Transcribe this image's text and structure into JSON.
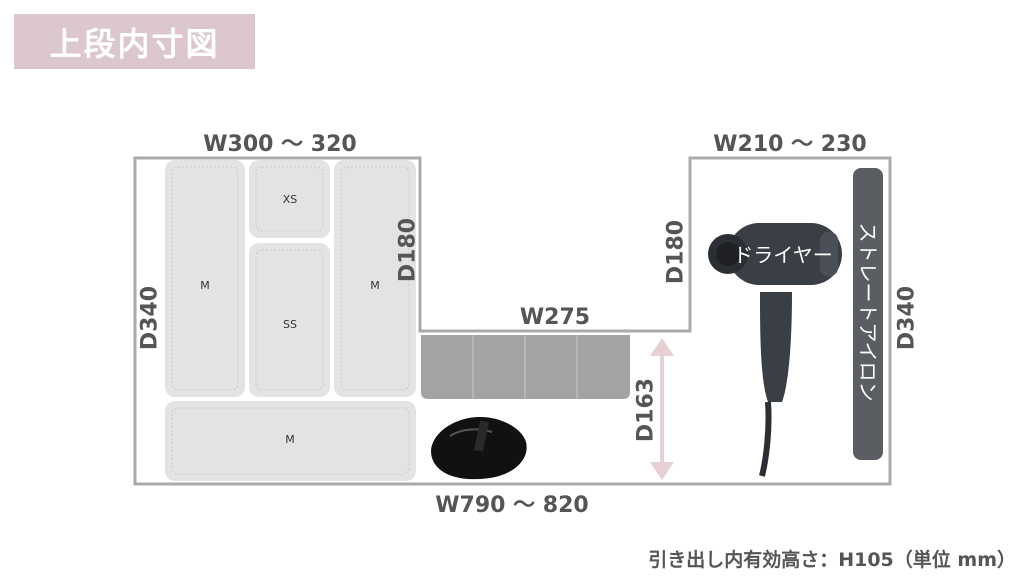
{
  "title": "上段内寸図",
  "dimensions": {
    "top_left_width": "W300 ～ 320",
    "top_right_width": "W210 ～ 230",
    "middle_width": "W275",
    "bottom_width": "W790 ～ 820",
    "left_depth": "D340",
    "right_depth": "D340",
    "left_step_depth": "D180",
    "right_step_depth": "D180",
    "gap_depth": "D163"
  },
  "trays": {
    "tray_1": "M",
    "tray_2": "XS",
    "tray_3": "SS",
    "tray_4": "M",
    "tray_5": "M"
  },
  "items": {
    "dryer": "ドライヤー",
    "iron": "ストレートアイロン"
  },
  "footer": "引き出し内有効高さ：H105（単位 mm）",
  "colors": {
    "title_bg": "#dcc8cc",
    "outline": "#aaaaaa",
    "tray_fill": "#e3e3e3",
    "bin_fill": "#a3a3a3",
    "arrow": "#e6d0d3",
    "dryer": "#3a3e45",
    "iron": "#5a5d62"
  }
}
